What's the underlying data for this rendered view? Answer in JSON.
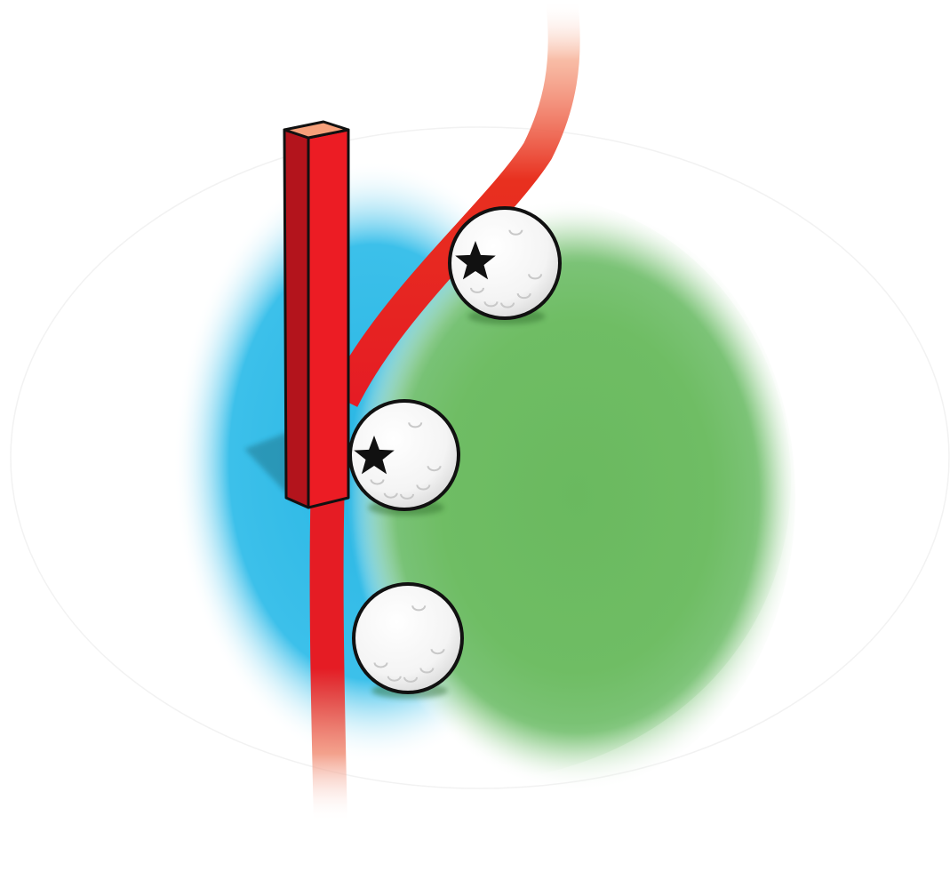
{
  "diagram": {
    "colors": {
      "background": "#ffffff",
      "water": "#29b6e3",
      "grass": "#66bb5c",
      "penalty_line": "#e51c24",
      "stake_front": "#ec1c24",
      "stake_side": "#b3141c",
      "stake_top": "#f6a07a",
      "ball": "#ffffff",
      "ball_outline": "#111111",
      "star": "#111111"
    },
    "elements": {
      "water_hazard": "water-area",
      "grass_area": "grass-area",
      "penalty_line": "red-penalty-line",
      "hazard_stake": "red-stake",
      "balls": [
        {
          "id": "ball-top",
          "marked_with_star": true
        },
        {
          "id": "ball-middle",
          "marked_with_star": true
        },
        {
          "id": "ball-bottom",
          "marked_with_star": false
        }
      ]
    }
  }
}
